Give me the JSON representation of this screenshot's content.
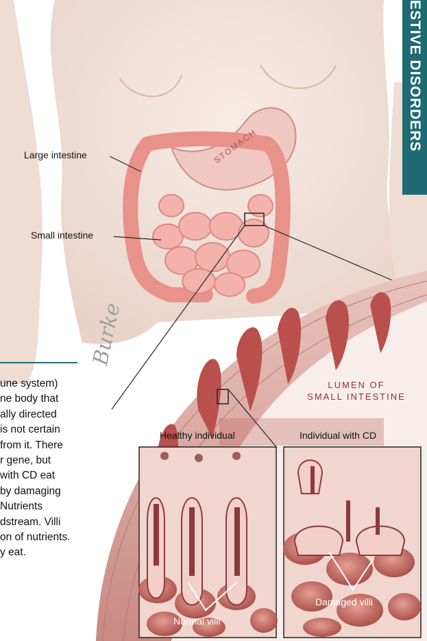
{
  "banner": {
    "text": "ESTIVE DISORDERS",
    "color": "#1f6b73"
  },
  "labels": {
    "large_intestine": "Large intestine",
    "small_intestine": "Small intestine",
    "stomach": "STOMACH",
    "lumen_line1": "LUMEN OF",
    "lumen_line2": "SMALL INTESTINE"
  },
  "panels": {
    "healthy_title": "Healthy individual",
    "cd_title": "Individual with CD",
    "normal_villi": "Normal villi",
    "damaged_villi": "Damaged villi"
  },
  "signature": "Burke",
  "body_text_lines": [
    "une system)",
    "ne body that",
    "ally directed",
    "is not certain",
    "from it. There",
    "r gene, but",
    "with CD eat",
    "by damaging",
    "Nutrients",
    "dstream. Villi",
    "on of nutrients.",
    "y eat."
  ],
  "colors": {
    "accent": "#1f6b73",
    "skin": "#f4e6df",
    "tissue": "#c45a5a"
  }
}
